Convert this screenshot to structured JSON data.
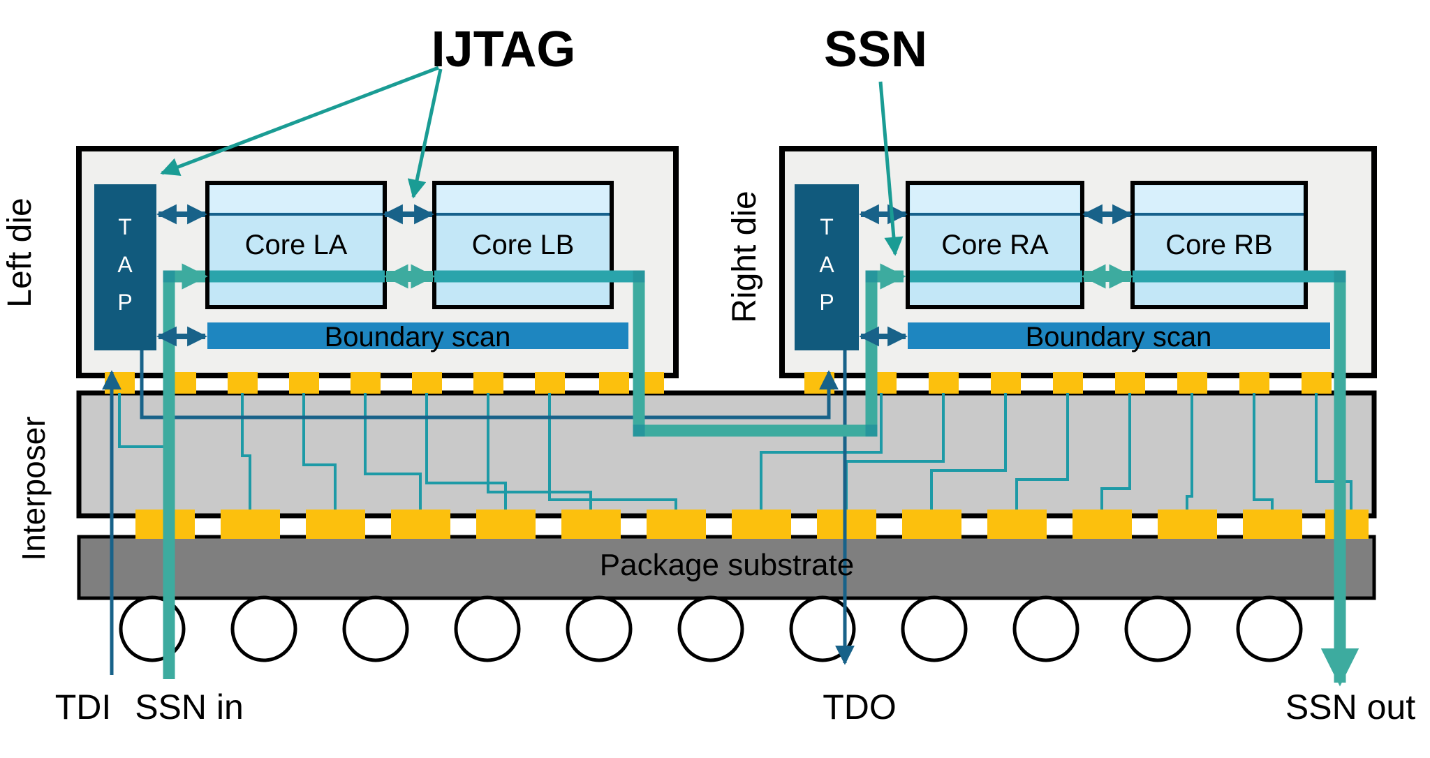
{
  "titles": {
    "ijtag": "IJTAG",
    "ssn": "SSN"
  },
  "dies": {
    "left": {
      "label": "Left die",
      "tap_letters": [
        "T",
        "A",
        "P"
      ],
      "core_a": "Core LA",
      "core_b": "Core LB",
      "boundary_scan": "Boundary scan"
    },
    "right": {
      "label": "Right die",
      "tap_letters": [
        "T",
        "A",
        "P"
      ],
      "core_a": "Core RA",
      "core_b": "Core RB",
      "boundary_scan": "Boundary scan"
    }
  },
  "layers": {
    "interposer": "Interposer",
    "package_substrate": "Package substrate"
  },
  "ports": {
    "tdi": "TDI",
    "ssn_in": "SSN in",
    "tdo": "TDO",
    "ssn_out": "SSN out"
  },
  "icons": {
    "ijtag_arrows": "thin-teal-annotation-arrows",
    "ssn_arrow": "thin-teal-annotation-arrow",
    "jtag_chain": "dark-blue-double-arrows",
    "ssn_datapath": "thick-teal-bus-arrows"
  },
  "colors": {
    "ink": "#000000",
    "die_fill": "#f0f0ee",
    "tap_fill": "#115a7d",
    "core_fill": "#c3e7f7",
    "core_fill_light": "#d8f0fc",
    "core_line": "#17618c",
    "boundary_fill": "#1e86c0",
    "bump_yellow": "#fcc00d",
    "interposer_fill": "#c9c9c9",
    "package_fill": "#7f7f7f",
    "jtag_blue": "#186289",
    "teal_band": "#2aa4ab",
    "teal_bright": "#3dab9f",
    "teal_overlap": "#26969c",
    "teal_trace": "#1d9aa6",
    "teal_annotation": "#1a9c94"
  }
}
